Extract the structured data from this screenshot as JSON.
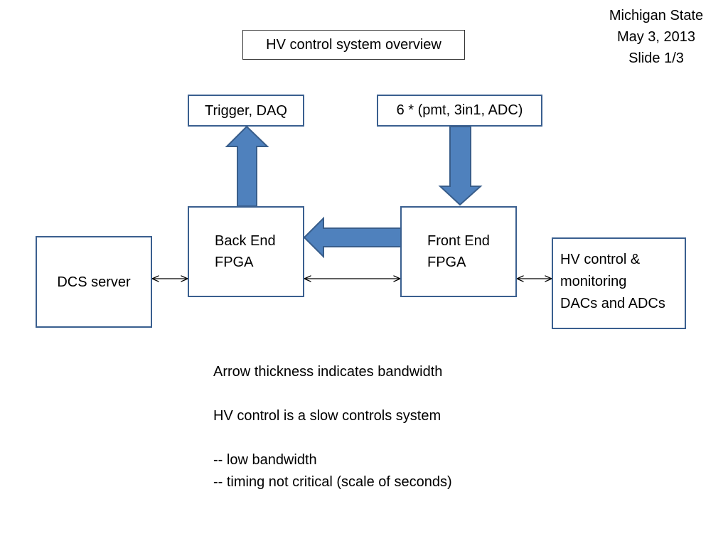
{
  "slide": {
    "title": "HV control system overview",
    "corner": {
      "line1": "Michigan State",
      "line2": "May 3, 2013",
      "line3": "Slide 1/3"
    }
  },
  "diagram": {
    "colors": {
      "box_border": "#3a5f8f",
      "thick_arrow_fill": "#4f81bd",
      "thick_arrow_stroke": "#385d8a",
      "thin_arrow": "#000000"
    },
    "boxes": {
      "trigger_daq": {
        "label": "Trigger, DAQ"
      },
      "pmt": {
        "label": "6 * (pmt, 3in1, ADC)"
      },
      "back_end": {
        "line1": "Back End",
        "line2": "FPGA"
      },
      "front_end": {
        "line1": "Front End",
        "line2": "FPGA"
      },
      "dcs_server": {
        "label": "DCS server"
      },
      "hv_control": {
        "line1": "HV control &",
        "line2": "monitoring",
        "line3": "DACs and ADCs"
      }
    },
    "connections": [
      {
        "from": "Back End FPGA",
        "to": "Trigger, DAQ",
        "style": "thick"
      },
      {
        "from": "6 * (pmt, 3in1, ADC)",
        "to": "Front End FPGA",
        "style": "thick"
      },
      {
        "from": "Front End FPGA",
        "to": "Back End FPGA",
        "style": "thick"
      },
      {
        "from": "DCS server",
        "to": "Back End FPGA",
        "style": "thin-bidirectional"
      },
      {
        "from": "Back End FPGA",
        "to": "Front End FPGA",
        "style": "thin-bidirectional"
      },
      {
        "from": "Front End FPGA",
        "to": "HV control & monitoring DACs and ADCs",
        "style": "thin-bidirectional"
      }
    ]
  },
  "notes": {
    "line1": "Arrow thickness indicates bandwidth",
    "line2": "HV control is a slow controls system",
    "line3": "-- low bandwidth",
    "line4": "-- timing not critical (scale of seconds)"
  }
}
